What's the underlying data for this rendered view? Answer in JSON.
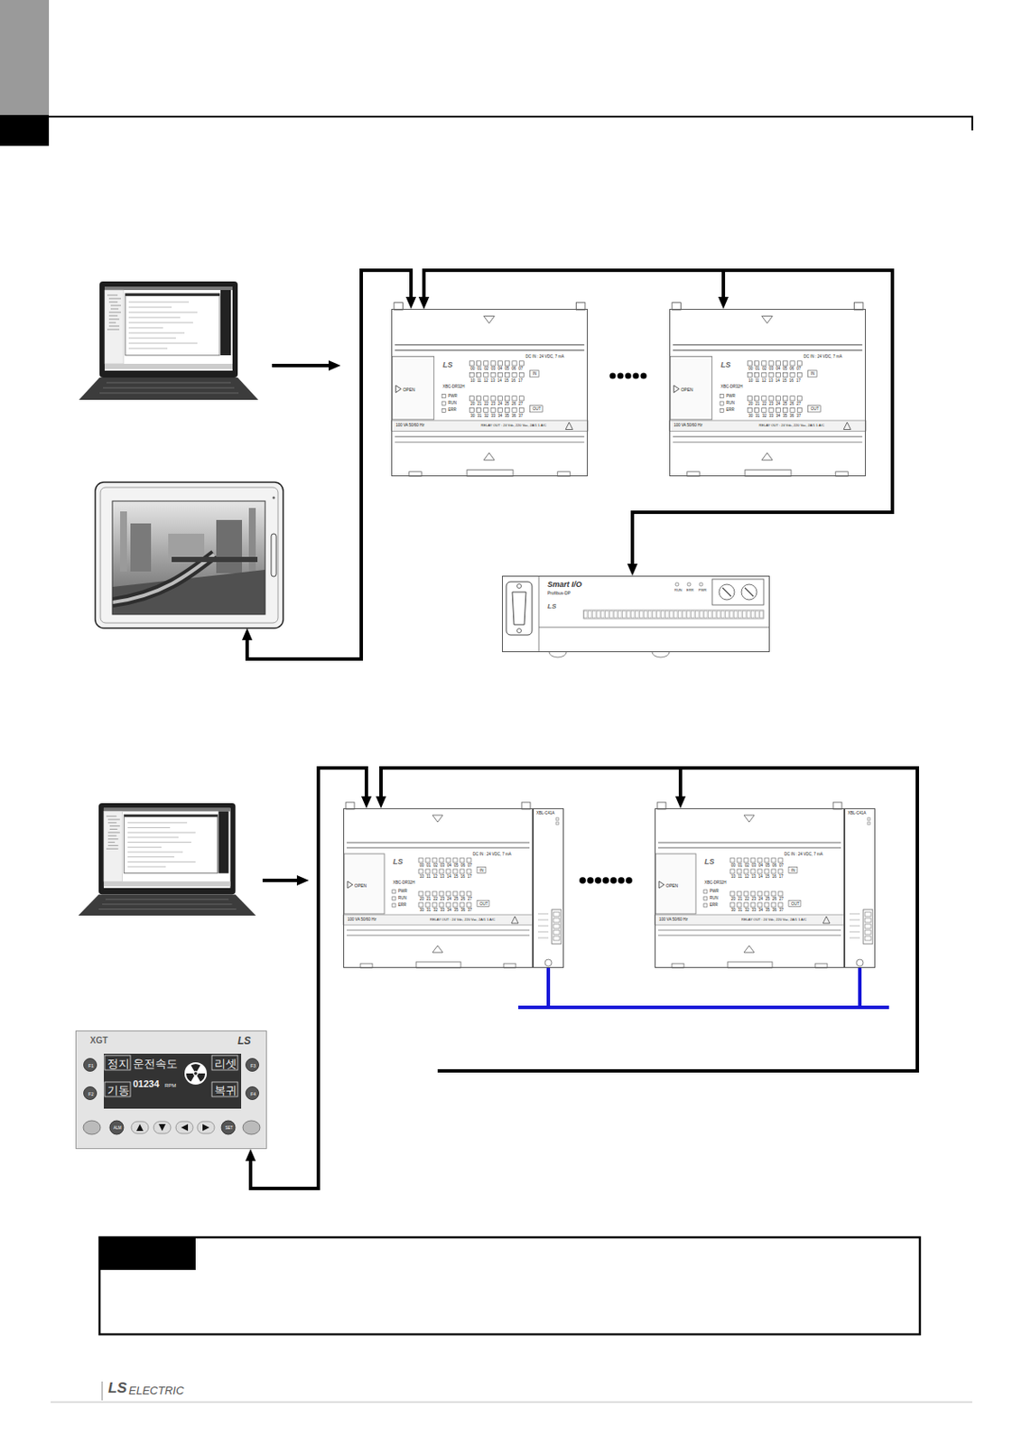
{
  "diagram": {
    "nodes": [
      {
        "text": [
          "OPEN",
          "LS",
          "XBC-DR32H",
          "PWR",
          "RUN",
          "ERR",
          "00 01 02 03 04 05 06 07",
          "10 11 12 13 14 15 16 17",
          "IN",
          "20 21 22 23 24 25 26 27",
          "30 31 32 33 34 35 36 37",
          "OUT",
          "DC IN : 24 VDC, 7 mA",
          "100 VA 50/60 Hz",
          "RELAY OUT : 24 Vdc, 220 Vac, 2A/1 1 A/C"
        ]
      },
      {
        "text": [
          "OPEN",
          "LS",
          "XBC-DR32H",
          "PWR",
          "RUN",
          "ERR",
          "00 01 02 03 04 05 06 07",
          "10 11 12 13 14 15 16 17",
          "IN",
          "20 21 22 23 24 25 26 27",
          "30 31 32 33 34 35 36 37",
          "OUT",
          "DC IN : 24 VDC, 7 mA",
          "100 VA 50/60 Hz",
          "RELAY OUT : 24 Vdc, 220 Vac, 2A/1 1 A/C"
        ]
      },
      {
        "text": [
          "Smart I/O",
          "Profibus-DP",
          "LS",
          "RUN",
          "ERR",
          "PWR"
        ]
      },
      {
        "text": [
          "OPEN",
          "LS",
          "XBC-DR32H",
          "PWR",
          "RUN",
          "ERR",
          "00 01 02 03 04 05 06 07",
          "10 11 12 13 14 15 16 17",
          "IN",
          "20 21 22 23 24 25 26 27",
          "30 31 32 33 34 35 36 37",
          "OUT",
          "DC IN : 24 VDC, 7 mA",
          "100 VA 50/60 Hz",
          "RELAY OUT : 24 Vdc, 220 Vac, 2A/1 1 A/C"
        ]
      },
      {
        "text": [
          "XBL-C41A"
        ]
      },
      {
        "text": [
          "OPEN",
          "LS",
          "XBC-DR32H",
          "PWR",
          "RUN",
          "ERR",
          "00 01 02 03 04 05 06 07",
          "10 11 12 13 14 15 16 17",
          "IN",
          "20 21 22 23 24 25 26 27",
          "30 31 32 33 34 35 36 37",
          "OUT",
          "DC IN : 24 VDC, 7 mA",
          "100 VA 50/60 Hz",
          "RELAY OUT : 24 Vdc, 220 Vac, 2A/1 1 A/C"
        ]
      },
      {
        "text": [
          "XBL-C41A"
        ]
      },
      {
        "text": [
          "XGT",
          "LS",
          "F1",
          "F2",
          "정지",
          "운전속도",
          "리셋",
          "01234",
          "RPM",
          "기동",
          "복귀",
          "F3",
          "F4",
          "ALM",
          "SET"
        ]
      }
    ],
    "edges": [
      {
        "from": 0,
        "to": 1,
        "arrow": "both"
      },
      {
        "from": 0,
        "to": 2,
        "arrow": "both"
      },
      {
        "from": 3,
        "to": 5,
        "arrow": "both"
      },
      {
        "from": 3,
        "to": 7,
        "arrow": "both"
      },
      {
        "from": 4,
        "to": 6,
        "arrow": "none"
      }
    ],
    "labels": [
      "LS",
      "ELECTRIC"
    ]
  }
}
